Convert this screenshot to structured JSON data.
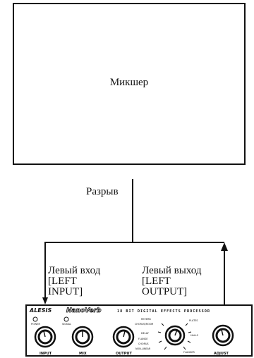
{
  "mixer": {
    "label": "Микшер"
  },
  "break_label": "Разрыв",
  "left_input": {
    "line1": "Левый вход",
    "line2": "[LEFT",
    "line3": "INPUT]"
  },
  "left_output": {
    "line1": "Левый выход",
    "line2": "[LEFT",
    "line3": "OUTPUT]"
  },
  "device": {
    "brand": "ALESIS",
    "model": "NanoVerb",
    "tagline": "18 BIT DIGITAL EFFECTS PROCESSOR",
    "led_labels": [
      "POWER",
      "SIGNAL"
    ],
    "knob_labels": [
      "INPUT",
      "MIX",
      "OUTPUT",
      "ADJUST"
    ],
    "selector_labels": [
      "REVERB",
      "CHORUS/ROOM",
      "DELAY",
      "FLANGE",
      "CHORUS",
      "NON-LINEAR",
      "PLATES",
      "HALLS",
      "FLANGER"
    ]
  }
}
